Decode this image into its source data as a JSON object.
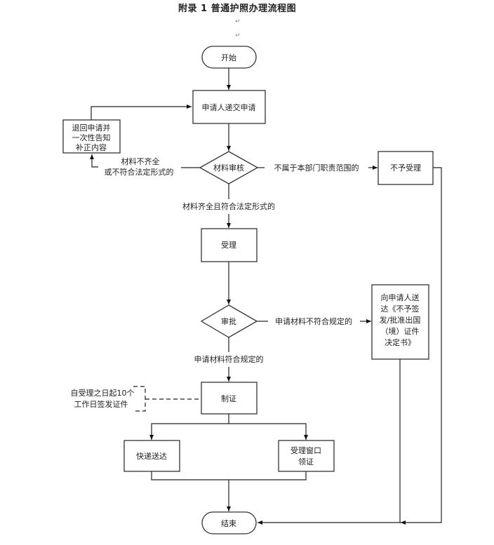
{
  "title": "附录 1 普通护照办理流程图",
  "paragraph_mark": "↵",
  "nodes": {
    "start": "开始",
    "submit": "申请人递交申请",
    "return_lines": [
      "退回申请并",
      "一次性告知",
      "补正内容"
    ],
    "review": "材料审核",
    "reject": "不予受理",
    "accept": "受理",
    "approve": "审批",
    "notify_lines": [
      "向申请人送",
      "达《不予签",
      "发/批准出国",
      "（境）证件",
      "决定书》"
    ],
    "make": "制证",
    "note_lines": [
      "自受理之日起10个",
      "工作日签发证件"
    ],
    "express": "快递送达",
    "window_lines": [
      "受理窗口",
      "领证"
    ],
    "end": "结束"
  },
  "edges": {
    "incomplete_lines": [
      "材料不齐全",
      "或不符合法定形式的"
    ],
    "out_of_scope": "不属于本部门职责范围的",
    "complete": "材料齐全且符合法定形式的",
    "not_compliant": "申请材料不符合规定的",
    "compliant": "申请材料符合规定的"
  }
}
